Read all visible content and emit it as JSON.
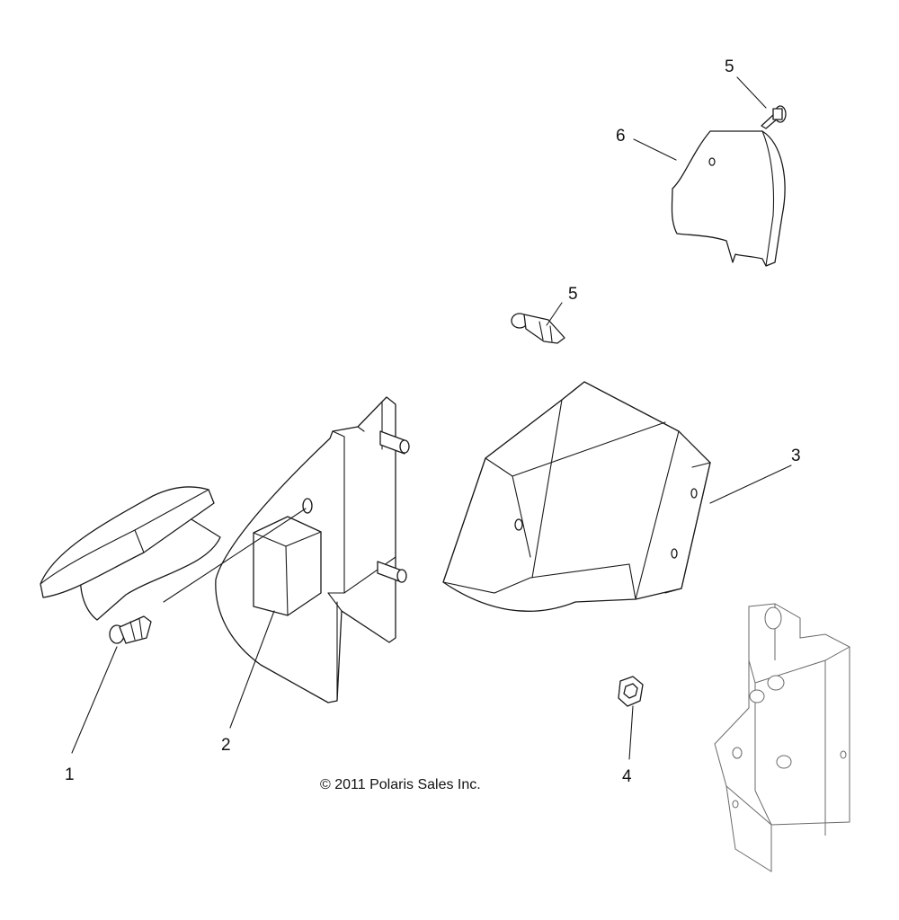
{
  "callouts": {
    "c1": "1",
    "c2": "2",
    "c3": "3",
    "c4": "4",
    "c5a": "5",
    "c5b": "5",
    "c6": "6"
  },
  "copyright": "© 2011 Polaris Sales Inc."
}
